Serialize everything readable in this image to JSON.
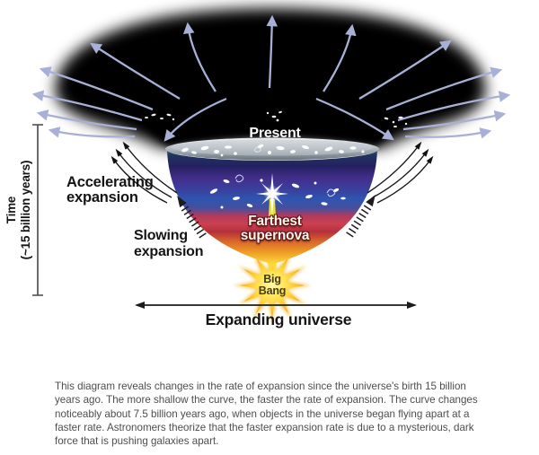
{
  "diagram": {
    "present_label": "Present",
    "accelerating_label": "Accelerating\nexpansion",
    "slowing_label": "Slowing\nexpansion",
    "farthest_supernova_label": "Farthest\nsupernova",
    "big_bang_label": "Big\nBang",
    "expanding_universe_label": "Expanding universe",
    "time_axis_label": "Time\n(~15 billion years)"
  },
  "caption": {
    "lines": [
      "This diagram reveals changes in the rate of expansion since the universe's birth 15 billion",
      "years ago. The more shallow the curve, the faster the rate of expansion. The curve changes",
      "noticeably about 7.5 billion years ago, when objects in the universe began flying apart at a",
      "faster rate. Astronomers theorize that the faster expansion rate is due to a mysterious, dark",
      "force that is pushing galaxies apart."
    ]
  },
  "colors": {
    "background": "#ffffff",
    "horn_black": "#000000",
    "radiating_arrow_lavender": "#a9b0d6",
    "rim_silver": "#a8b1b8",
    "funnel_navy": "#1e2f5c",
    "funnel_purple": "#432d89",
    "funnel_blue": "#2f55b0",
    "funnel_red": "#cc4050",
    "funnel_orange": "#e0762a",
    "big_bang_yellow": "#ffd83a",
    "label_text": "#151515",
    "caption_text": "#4d4d4d",
    "supernova_label_fill": "#fdf3df",
    "supernova_label_outline": "#5e1420"
  }
}
